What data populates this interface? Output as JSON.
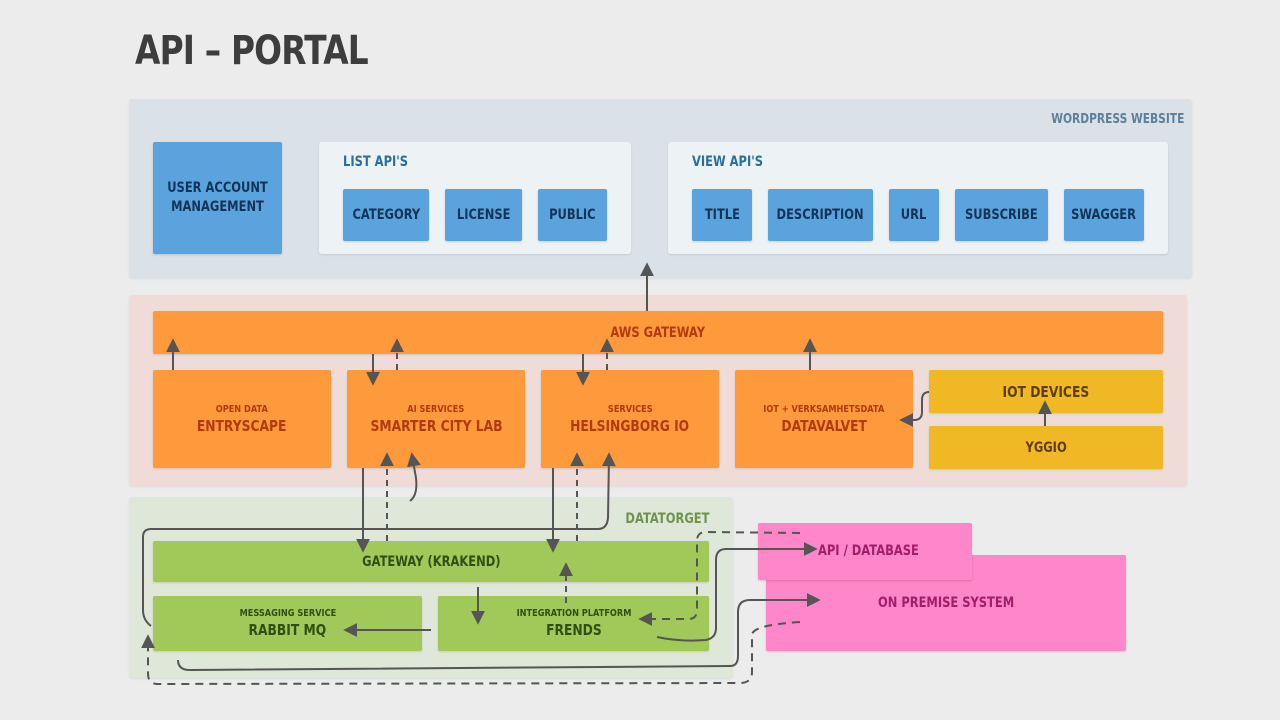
{
  "title": "API – PORTAL",
  "wordpress": {
    "label": "WORDPRESS WEBSITE",
    "user_account": "USER ACCOUNT MANAGEMENT",
    "list_apis": {
      "title": "LIST API'S",
      "items": [
        "CATEGORY",
        "LICENSE",
        "PUBLIC"
      ]
    },
    "view_apis": {
      "title": "VIEW API'S",
      "items": [
        "TITLE",
        "DESCRIPTION",
        "URL",
        "SUBSCRIBE",
        "SWAGGER"
      ]
    }
  },
  "aws": {
    "gateway": "AWS GATEWAY",
    "services": [
      {
        "small": "OPEN DATA",
        "big": "ENTRYSCAPE"
      },
      {
        "small": "AI SERVICES",
        "big": "SMARTER CITY LAB"
      },
      {
        "small": "SERVICES",
        "big": "HELSINGBORG IO"
      },
      {
        "small": "IOT + VERKSAMHETSDATA",
        "big": "DATAVALVET"
      }
    ],
    "iot_devices": "IOT DEVICES",
    "yggio": "YGGIO"
  },
  "datatorget": {
    "label": "DATATORGET",
    "gateway": "GATEWAY (KRAKEND)",
    "messaging": {
      "small": "MESSAGING SERVICE",
      "big": "RABBIT MQ"
    },
    "integration": {
      "small": "INTEGRATION PLATFORM",
      "big": "FRENDS"
    }
  },
  "external": {
    "api_database": "API / DATABASE",
    "on_premise": "ON PREMISE SYSTEM"
  },
  "colors": {
    "background": "#ececec",
    "wordpress_panel": "#dae2e7",
    "blue_box": "#5ba3dc",
    "aws_panel": "#efdcd8",
    "orange": "#ff9a3c",
    "yellow": "#f0b824",
    "datatorget_panel": "#dfe7d8",
    "green": "#a1c95a",
    "pink": "#ff86c8",
    "arrow": "#555555"
  }
}
